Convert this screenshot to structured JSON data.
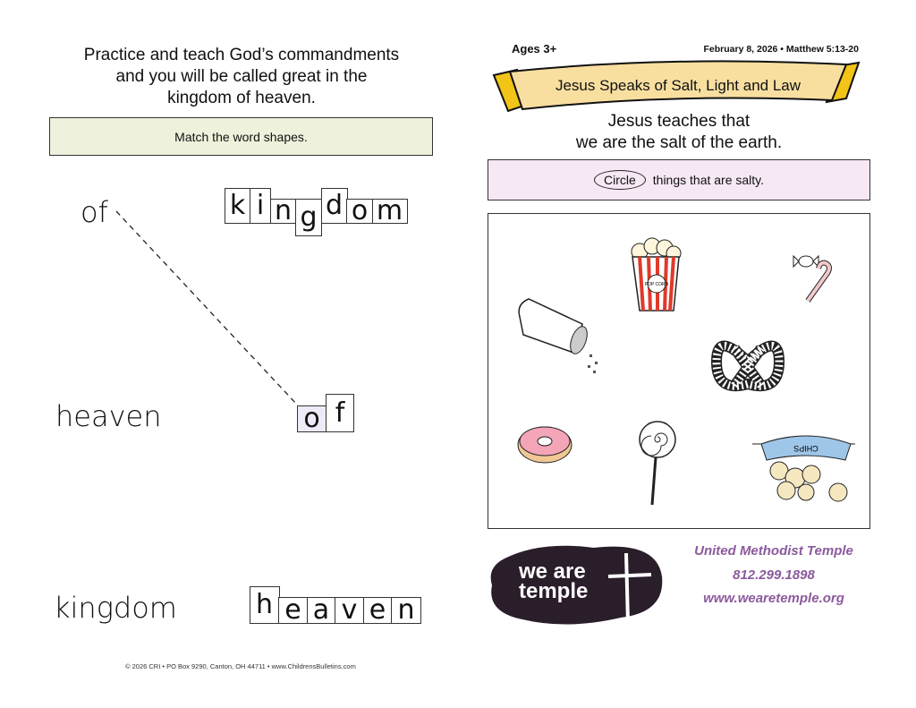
{
  "left": {
    "lead": [
      "Practice and teach God’s commandments",
      "and you will be called great in the",
      "kingdom of heaven."
    ],
    "instruction": "Match the word shapes.",
    "words": [
      "of",
      "heaven",
      "kingdom"
    ],
    "shape_words": [
      [
        "k",
        "i",
        "n",
        "g",
        "d",
        "o",
        "m"
      ],
      [
        "o",
        "f"
      ],
      [
        "h",
        "e",
        "a",
        "v",
        "e",
        "n"
      ]
    ],
    "footer": "© 2026 CRI • PO Box 9290, Canton, OH 44711 • www.ChildrensBulletins.com"
  },
  "right": {
    "ages": "Ages 3+",
    "date_ref": "February 8, 2026 • Matthew 5:13-20",
    "banner_title": "Jesus Speaks of Salt, Light and Law",
    "subtitle": [
      "Jesus teaches that",
      "we are the salt of the earth."
    ],
    "instruction_circle": "Circle",
    "instruction_rest": "things that are salty.",
    "popcorn_label": "POP CORN",
    "chips_label": "CHIPS",
    "logo_text": [
      "we are",
      "temple"
    ],
    "church": "United Methodist Temple",
    "phone": "812.299.1898",
    "website": "www.wearetemple.org"
  },
  "colors": {
    "green_box": "#eef2dc",
    "pink_box": "#f6e8f4",
    "banner": "#f8dfa0",
    "purple": "#8b5a9c"
  }
}
